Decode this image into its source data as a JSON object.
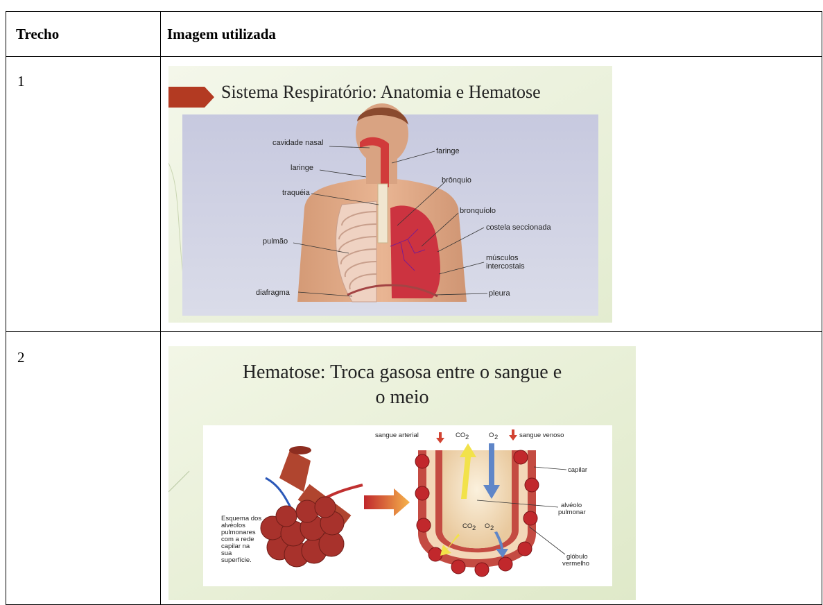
{
  "table": {
    "header_col1": "Trecho",
    "header_col2": "Imagem utilizada",
    "rows": [
      {
        "number": "1",
        "slide_title": "Sistema Respiratório: Anatomia e Hematose",
        "labels": {
          "cavidade_nasal": "cavidade nasal",
          "faringe": "faringe",
          "laringe": "laringe",
          "traqueia": "traquéia",
          "bronquio": "brônquio",
          "bronquiolo": "bronquíolo",
          "pulmao": "pulmão",
          "costela": "costela seccionada",
          "musculos_1": "músculos",
          "musculos_2": "intercostais",
          "diafragma": "diafragma",
          "pleura": "pleura"
        }
      },
      {
        "number": "2",
        "slide_title_line1": "Hematose: Troca gasosa entre o sangue e",
        "slide_title_line2": "o meio",
        "labels": {
          "sangue_arterial": "sangue arterial",
          "co2_top": "CO",
          "o2_top": "O",
          "sangue_venoso": "sangue venoso",
          "capilar": "capilar",
          "alveolo_1": "alvéolo",
          "alveolo_2": "pulmonar",
          "co2_inner": "CO",
          "o2_inner": "O",
          "globulo_1": "glóbulo",
          "globulo_2": "vermelho",
          "esquema_1": "Esquema dos",
          "esquema_2": "alvéolos",
          "esquema_3": "pulmonares",
          "esquema_4": "com a rede",
          "esquema_5": "capilar na",
          "esquema_6": "sua",
          "esquema_7": "superfície.",
          "subscript_2": "2"
        }
      }
    ]
  }
}
